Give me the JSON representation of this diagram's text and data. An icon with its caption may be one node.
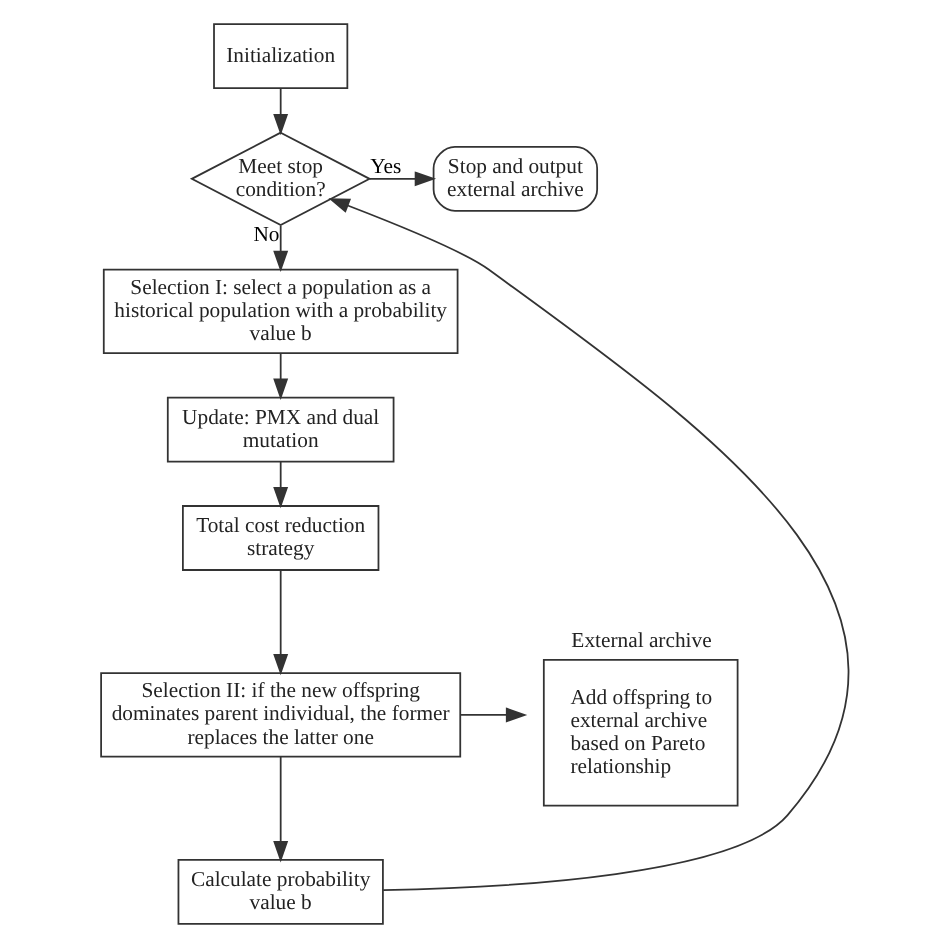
{
  "diagram": {
    "nodes": [
      {
        "text": [
          "Initialization"
        ]
      },
      {
        "text": [
          "Meet stop condition?"
        ]
      },
      {
        "text": [
          "Stop and output external archive"
        ]
      },
      {
        "text": [
          "Selection I: select a population as a historical population with a probability value b"
        ]
      },
      {
        "text": [
          "Update: PMX and dual mutation"
        ]
      },
      {
        "text": [
          "Total cost reduction strategy"
        ]
      },
      {
        "text": [
          "Selection II: if the new offspring dominates parent individual, the former replaces the latter one"
        ]
      },
      {
        "text": [
          "External archive",
          "Add offspring to external archive based on Pareto relationship"
        ]
      },
      {
        "text": [
          "Calculate probability value b"
        ]
      }
    ],
    "edges": [
      {
        "from": 0,
        "to": 1,
        "arrow": "to"
      },
      {
        "from": 1,
        "to": 2,
        "arrow": "to",
        "label": "Yes"
      },
      {
        "from": 1,
        "to": 3,
        "arrow": "to",
        "label": "No"
      },
      {
        "from": 3,
        "to": 4,
        "arrow": "to"
      },
      {
        "from": 4,
        "to": 5,
        "arrow": "to"
      },
      {
        "from": 5,
        "to": 6,
        "arrow": "to"
      },
      {
        "from": 6,
        "to": 7,
        "arrow": "to"
      },
      {
        "from": 6,
        "to": 8,
        "arrow": "to"
      },
      {
        "from": 8,
        "to": 1,
        "arrow": "to"
      }
    ]
  }
}
